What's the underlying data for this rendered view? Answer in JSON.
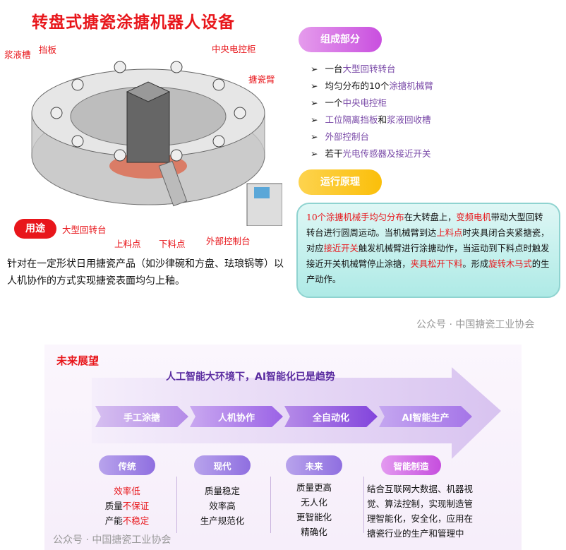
{
  "top": {
    "title": "转盘式搪瓷涂搪机器人设备",
    "diagram_labels": {
      "slurry_tank": "浆液槽",
      "baffle": "挡板",
      "central_cabinet": "中央电控柜",
      "enamel_arm": "搪瓷臂",
      "turntable": "大型回转台",
      "loading_point": "上料点",
      "unloading_point": "下料点",
      "external_console": "外部控制台"
    },
    "use_button": "用途",
    "use_text": "针对在一定形状日用搪瓷产品（如沙律碗和方盘、珐琅锅等）以人机协作的方式实现搪瓷表面均匀上釉。",
    "components": {
      "title": "组成部分",
      "items": [
        {
          "plain": "一台",
          "hl": "大型回转转台",
          "tail": "",
          "hl2": ""
        },
        {
          "plain": "均匀分布的10个",
          "hl": "涂搪机械臂",
          "tail": "",
          "hl2": ""
        },
        {
          "plain": "一个",
          "hl": "中央电控柜",
          "tail": "",
          "hl2": ""
        },
        {
          "plain": "",
          "hl": "工位隔离挡板",
          "tail": "和",
          "hl2": "浆液回收槽"
        },
        {
          "plain": "",
          "hl": "外部控制台",
          "tail": "",
          "hl2": ""
        },
        {
          "plain": "若干",
          "hl": "光电传感器及接近开关",
          "tail": "",
          "hl2": ""
        }
      ]
    },
    "operation": {
      "title": "运行原理",
      "segments": [
        {
          "t": "10个涂搪机械手均匀分布",
          "red": true
        },
        {
          "t": "在大转盘上，",
          "red": false
        },
        {
          "t": "变频电机",
          "red": true
        },
        {
          "t": "带动大型回转转台进行圆周运动。当机械臂到达",
          "red": false
        },
        {
          "t": "上料点",
          "red": true
        },
        {
          "t": "时夹具闭合夹紧搪瓷，对应",
          "red": false
        },
        {
          "t": "接近开关",
          "red": true
        },
        {
          "t": "触发机械臂进行涂搪动作，当运动到下料点时触发接近开关机械臂停止涂搪，",
          "red": false
        },
        {
          "t": "夹具松开下料",
          "red": true
        },
        {
          "t": "。形成",
          "red": false
        },
        {
          "t": "旋转木马式",
          "red": true
        },
        {
          "t": "的生产动作。",
          "red": false
        }
      ]
    },
    "watermark": "公众号 · 中国搪瓷工业协会"
  },
  "future": {
    "title": "未来展望",
    "headline": "人工智能大环境下，AI智能化已是趋势",
    "stages": [
      "手工涂搪",
      "人机协作",
      "全自动化",
      "AI智能生产"
    ],
    "columns": [
      {
        "label": "传统",
        "lines": [
          [
            {
              "t": "效率低",
              "red": true
            }
          ],
          [
            {
              "t": "质量",
              "red": false
            },
            {
              "t": "不保证",
              "red": true
            }
          ],
          [
            {
              "t": "产能",
              "red": false
            },
            {
              "t": "不稳定",
              "red": true
            }
          ]
        ]
      },
      {
        "label": "现代",
        "lines": [
          [
            {
              "t": "质量稳定",
              "red": false
            }
          ],
          [
            {
              "t": "效率高",
              "red": false
            }
          ],
          [
            {
              "t": "生产规范化",
              "red": false
            }
          ]
        ]
      },
      {
        "label": "未来",
        "lines": [
          [
            {
              "t": "质量更高",
              "red": false
            }
          ],
          [
            {
              "t": "无人化",
              "red": false
            }
          ],
          [
            {
              "t": "更智能化",
              "red": false
            }
          ],
          [
            {
              "t": "精确化",
              "red": false
            }
          ]
        ]
      },
      {
        "label": "智能制造",
        "lines": [
          [
            {
              "t": "结合互联网大数据、机器视",
              "red": false
            }
          ],
          [
            {
              "t": "觉、算法控制，实现制造管",
              "red": false
            }
          ],
          [
            {
              "t": "理智能化，安全化，应用在",
              "red": false
            }
          ],
          [
            {
              "t": "搪瓷行业的生产和管理中",
              "red": false
            }
          ]
        ]
      }
    ],
    "watermark": "公众号 · 中国搪瓷工业协会"
  }
}
